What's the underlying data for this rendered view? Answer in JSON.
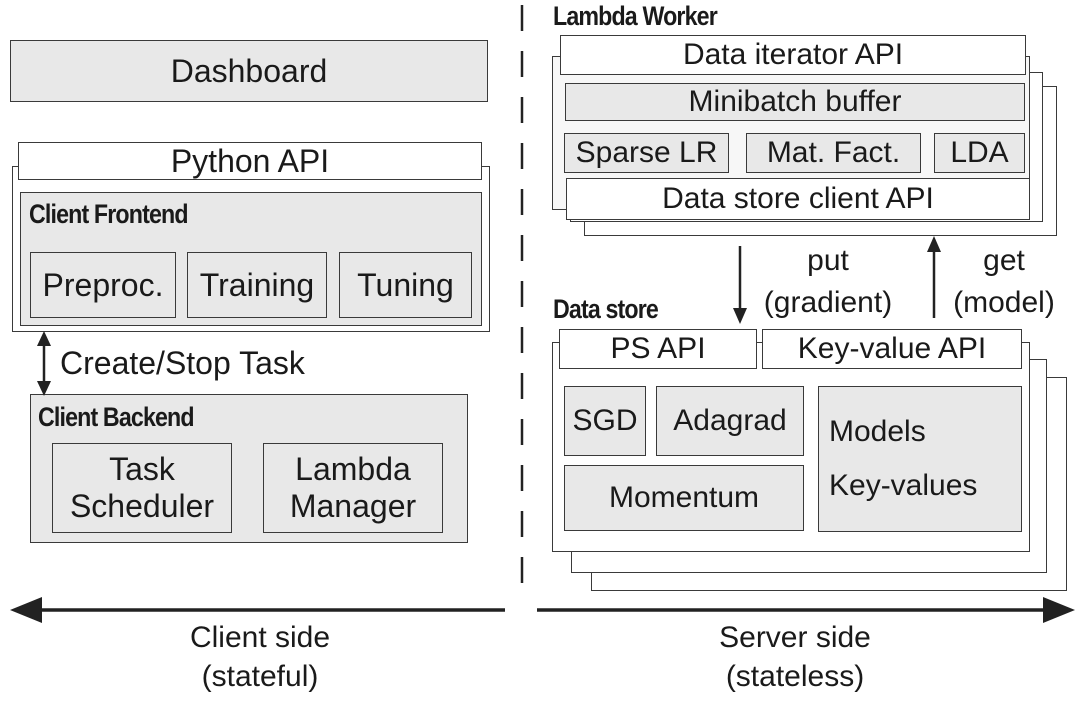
{
  "client": {
    "dashboard": "Dashboard",
    "python_api": "Python API",
    "frontend": {
      "title": "Client Frontend",
      "items": [
        "Preproc.",
        "Training",
        "Tuning"
      ]
    },
    "create_stop": "Create/Stop Task",
    "backend": {
      "title": "Client Backend",
      "task_scheduler": [
        "Task",
        "Scheduler"
      ],
      "lambda_manager": [
        "Lambda",
        "Manager"
      ]
    },
    "side_label": [
      "Client side",
      "(stateful)"
    ]
  },
  "server": {
    "lambda_worker": {
      "title": "Lambda Worker",
      "data_iterator_api": "Data iterator API",
      "minibatch_buffer": "Minibatch buffer",
      "algorithms": [
        "Sparse LR",
        "Mat. Fact.",
        "LDA"
      ],
      "data_store_client_api": "Data store client API"
    },
    "put": [
      "put",
      "(gradient)"
    ],
    "get": [
      "get",
      "(model)"
    ],
    "data_store": {
      "title": "Data store",
      "ps_api": "PS API",
      "kv_api": "Key-value API",
      "sgd": "SGD",
      "adagrad": "Adagrad",
      "momentum": "Momentum",
      "models": [
        "Models",
        "Key-values"
      ]
    },
    "side_label": [
      "Server side",
      "(stateless)"
    ]
  }
}
